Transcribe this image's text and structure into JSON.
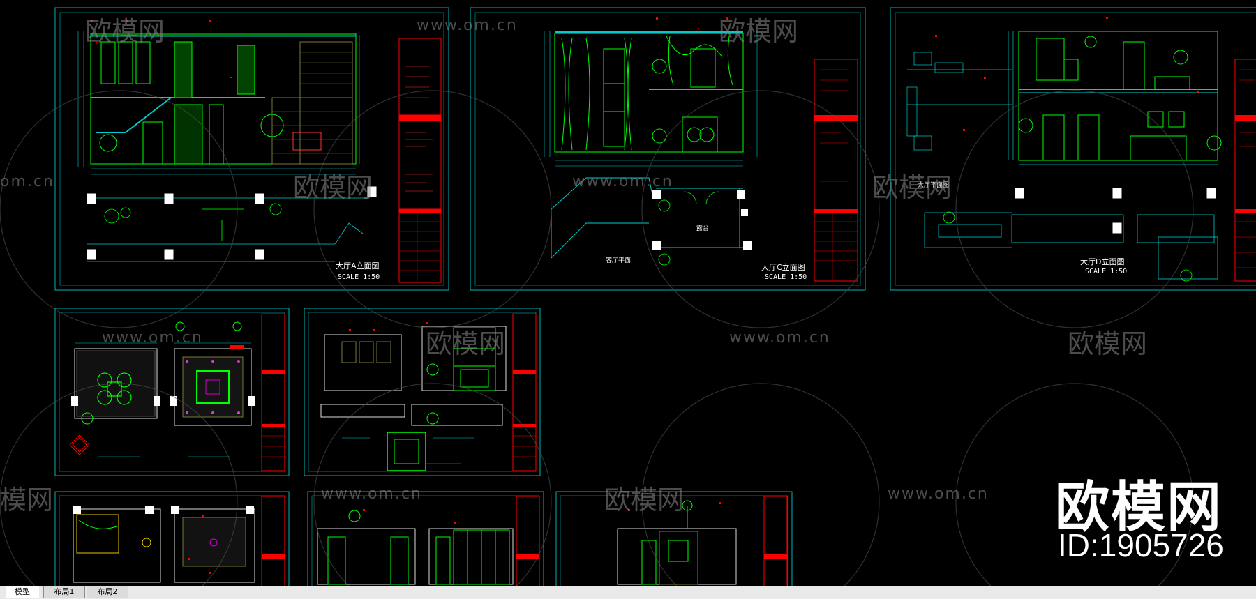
{
  "watermarks": {
    "url": "www.om.cn",
    "brand": "欧模网",
    "url_partial": "om.cn",
    "brand_partial": "模网"
  },
  "logo": {
    "brand": "欧模网",
    "id": "ID:1905726"
  },
  "sheets": {
    "elev_a": {
      "title": "大厅A立面图",
      "scale": "SCALE 1:50"
    },
    "elev_c": {
      "title": "大厅C立面图",
      "scale": "SCALE 1:50",
      "caption1": "露台",
      "caption2": "客厅平面"
    },
    "elev_d": {
      "title": "大厅D立面图",
      "scale": "SCALE 1:50",
      "caption": "大厅平面图"
    }
  },
  "tabs": [
    {
      "label": "模型",
      "active": true
    },
    {
      "label": "布局1",
      "active": false
    },
    {
      "label": "布局2",
      "active": false
    }
  ],
  "colors": {
    "frame": "#00b3b3",
    "line": "#00ff00",
    "accent": "#ff0000",
    "dim": "#00cccc",
    "paper": "#000000"
  }
}
